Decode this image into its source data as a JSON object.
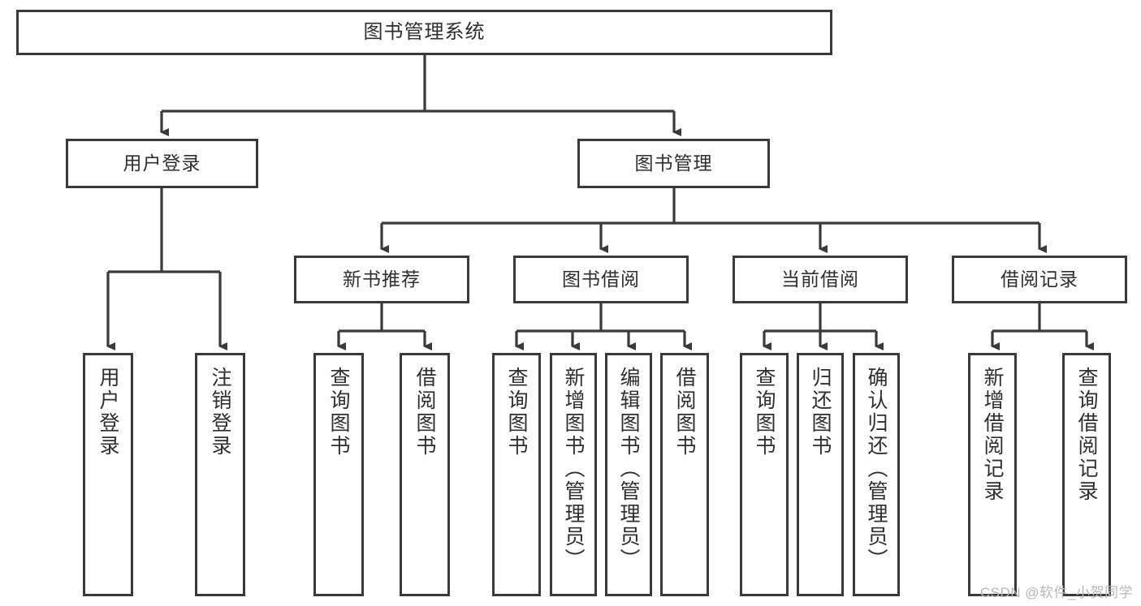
{
  "diagram": {
    "title": "图书管理系统",
    "type": "tree-hierarchy-diagram",
    "root": {
      "label": "图书管理系统"
    },
    "level2": [
      {
        "label": "用户登录"
      },
      {
        "label": "图书管理"
      }
    ],
    "level3": [
      {
        "label": "新书推荐"
      },
      {
        "label": "图书借阅"
      },
      {
        "label": "当前借阅"
      },
      {
        "label": "借阅记录"
      }
    ],
    "leaves": {
      "user_login": [
        {
          "label": "用户登录"
        },
        {
          "label": "注销登录"
        }
      ],
      "new_book_recommend": [
        {
          "label": "查询图书"
        },
        {
          "label": "借阅图书"
        }
      ],
      "book_borrow": [
        {
          "label": "查询图书"
        },
        {
          "label": "新增图书（管理员）"
        },
        {
          "label": "编辑图书（管理员）"
        },
        {
          "label": "借阅图书"
        }
      ],
      "current_borrow": [
        {
          "label": "查询图书"
        },
        {
          "label": "归还图书"
        },
        {
          "label": "确认归还（管理员）"
        }
      ],
      "borrow_record": [
        {
          "label": "新增借阅记录"
        },
        {
          "label": "查询借阅记录"
        }
      ]
    }
  },
  "watermark": {
    "text": "CSDN @软件_小贺同学"
  },
  "colors": {
    "border": "#3a3a3a",
    "text": "#2f2f2f",
    "background": "#ffffff",
    "watermark": "#b9b9b9"
  }
}
